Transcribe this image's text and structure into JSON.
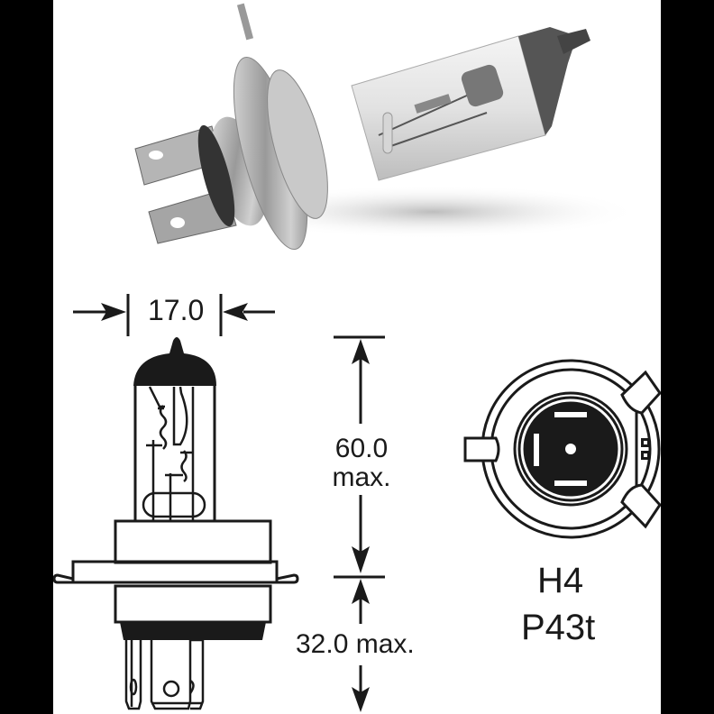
{
  "figure": {
    "kind": "automotive halogen headlight bulb specification",
    "photo": {
      "description": "Photograph of H4 halogen bulb with metal flange base, three flat spade terminals, clear glass envelope and black painted tip"
    }
  },
  "dimensions": {
    "width_label": "17.0",
    "glass_height_value": "60.0",
    "glass_height_suffix": "max.",
    "base_height_label": "32.0 max."
  },
  "bulb_type": {
    "name": "H4",
    "base": "P43t"
  },
  "colors": {
    "background": "#ffffff",
    "side_bars": "#000000",
    "line_art": "#1a1a1a"
  }
}
